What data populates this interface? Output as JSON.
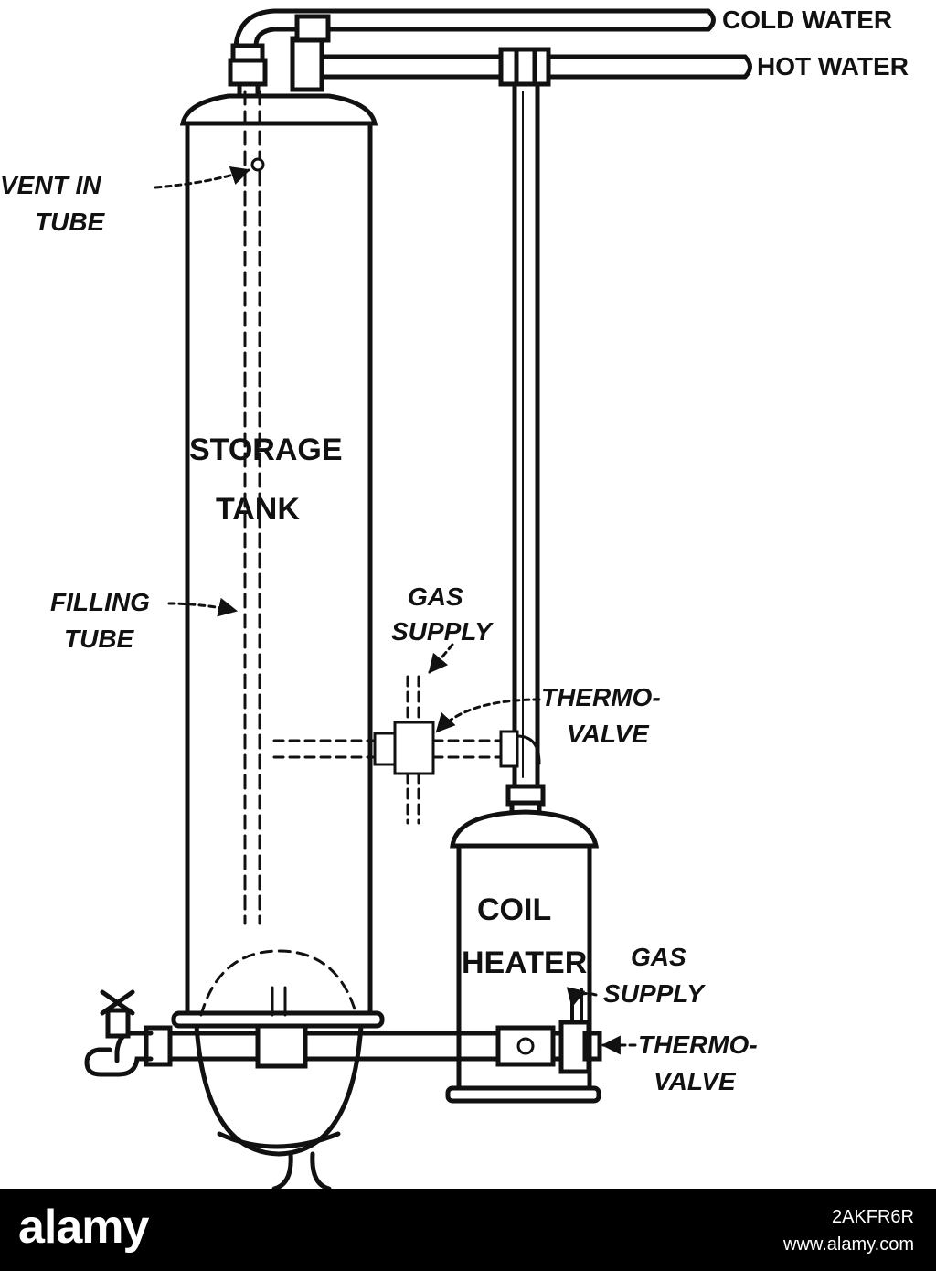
{
  "diagram": {
    "labels": {
      "cold_water": "COLD WATER",
      "hot_water": "HOT WATER",
      "vent_in": "VENT IN",
      "vent_tube": "TUBE",
      "storage": "STORAGE",
      "tank": "TANK",
      "filling": "FILLING",
      "filling_tube": "TUBE",
      "gas_1": "GAS",
      "supply_1": "SUPPLY",
      "thermo_1": "THERMO-",
      "valve_1": "VALVE",
      "coil": "COIL",
      "heater": "HEATER",
      "gas_2": "GAS",
      "supply_2": "SUPPLY",
      "thermo_2": "THERMO-",
      "valve_2": "VALVE"
    }
  },
  "footer": {
    "logo": "alamy",
    "image_id": "2AKFR6R",
    "site": "www.alamy.com"
  },
  "colors": {
    "ink": "#111111",
    "paper": "#ffffff",
    "footer_bg": "#000000"
  }
}
